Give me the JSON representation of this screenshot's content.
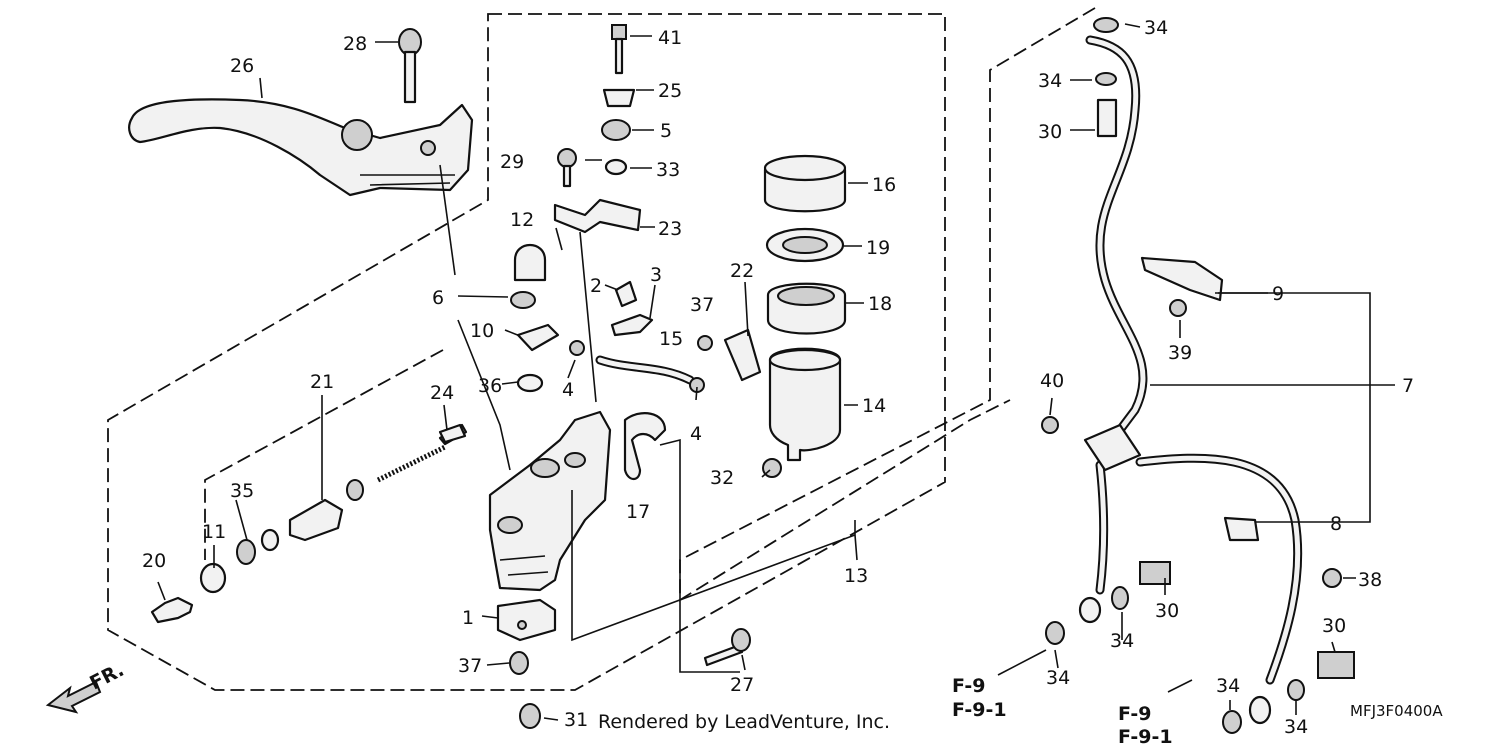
{
  "labels": {
    "l26": "26",
    "l28": "28",
    "l41": "41",
    "l25": "25",
    "l5": "5",
    "l29": "29",
    "l33": "33",
    "l16": "16",
    "l23": "23",
    "l12": "12",
    "l19": "19",
    "l22": "22",
    "l2": "2",
    "l3": "3",
    "l6": "6",
    "l18": "18",
    "l37a": "37",
    "l10": "10",
    "l15": "15",
    "l36": "36",
    "l4a": "4",
    "l21": "21",
    "l24": "24",
    "l14": "14",
    "l4b": "4",
    "l35": "35",
    "l32": "32",
    "l17": "17",
    "l11": "11",
    "l20": "20",
    "l13": "13",
    "l1": "1",
    "l37b": "37",
    "l27": "27",
    "l31": "31",
    "l34a": "34",
    "l34b": "34",
    "l30a": "30",
    "l9": "9",
    "l39": "39",
    "l40": "40",
    "l7": "7",
    "l8": "8",
    "l38": "38",
    "l30b": "30",
    "l34c": "34",
    "l34d": "34",
    "l30c": "30",
    "l34e": "34",
    "l34f": "34"
  },
  "refs": {
    "r1a": "F-9",
    "r1b": "F-9-1",
    "r2a": "F-9",
    "r2b": "F-9-1"
  },
  "fr_label": "FR.",
  "credit": "Rendered by LeadVenture, Inc.",
  "diagram_code": "MFJ3F0400A"
}
